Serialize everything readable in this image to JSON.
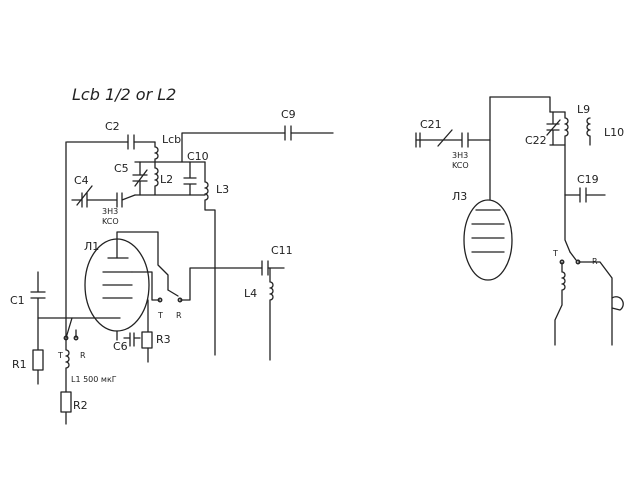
{
  "labels": {
    "title": "Lcb 1/2 or L2",
    "c2": "C2",
    "lcb": "Lcb",
    "c9": "C9",
    "c10": "C10",
    "c5": "C5",
    "l2": "L2",
    "c4": "C4",
    "l3": "L3",
    "c4val": "3H3",
    "c4type": "KCO",
    "c11": "C11",
    "n1": "Л1",
    "l4": "L4",
    "c1": "C1",
    "t1": "T",
    "r1sw": "R",
    "t2": "T",
    "r2sw": "R",
    "c6": "C6",
    "r3": "R3",
    "r1": "R1",
    "l1": "L1 500 мкГ",
    "r2": "R2",
    "c21": "C21",
    "c21val": "3H3",
    "c21type": "KCO",
    "n3": "Л3",
    "l9": "L9",
    "c22": "C22",
    "l10": "L10",
    "c19": "C19",
    "t3": "T",
    "r3sw": "R"
  }
}
